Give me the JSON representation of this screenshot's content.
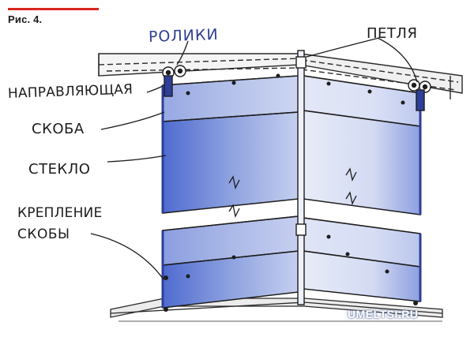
{
  "figure": {
    "number": "Рис. 4."
  },
  "labels": {
    "rollers": "РОЛИКИ",
    "hinge": "ПЕТЛЯ",
    "guide": "НАПРАВЛЯЮЩАЯ",
    "bracket": "СКОБА",
    "glass": "СТЕКЛО",
    "bracket_mount_line1": "КРЕПЛЕНИЕ",
    "bracket_mount_line2": "СКОБЫ"
  },
  "watermark": "UMELTSI.RU",
  "colors": {
    "accent_rule": "#d9261c",
    "glass_fill": "#6f86d6",
    "glass_light": "#aebce6",
    "ink": "#1d1d1d",
    "pen_blue": "#2e3f8f"
  }
}
